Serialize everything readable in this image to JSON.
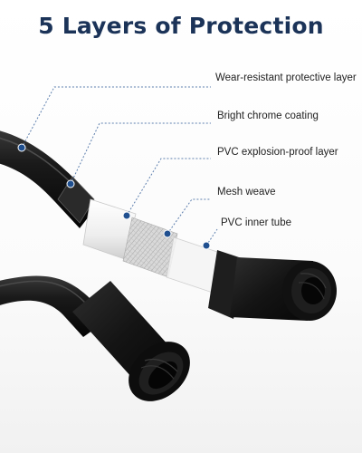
{
  "title": "5 Layers of Protection",
  "layers": [
    {
      "label": "Wear-resistant protective layer",
      "icon": "blue-dot-marker"
    },
    {
      "label": "Bright chrome coating",
      "icon": "blue-dot-marker"
    },
    {
      "label": "PVC explosion-proof layer",
      "icon": "blue-dot-marker"
    },
    {
      "label": "Mesh weave",
      "icon": "blue-dot-marker"
    },
    {
      "label": "PVC inner tube",
      "icon": "blue-dot-marker"
    }
  ],
  "colors": {
    "title": "#1b3358",
    "marker": "#1f4f8f",
    "leader": "#5d7fae",
    "hose": "#1a1a1a"
  }
}
